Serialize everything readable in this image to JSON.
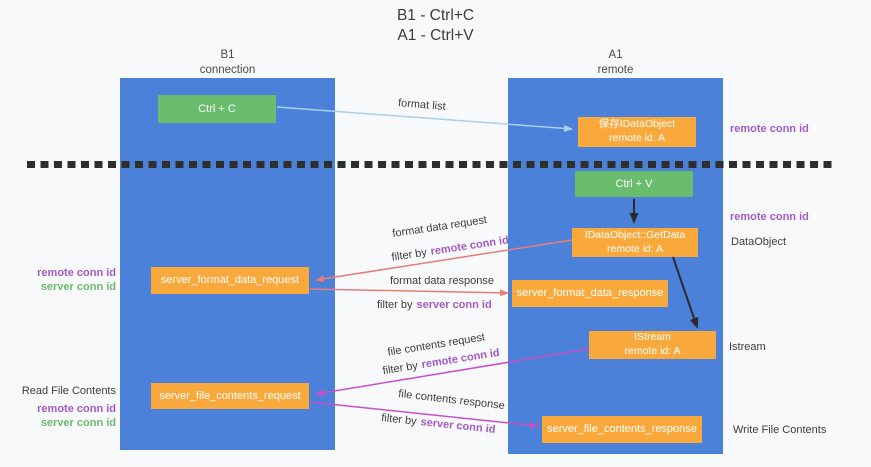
{
  "title": {
    "line1": "B1 - Ctrl+C",
    "line2": "A1 - Ctrl+V"
  },
  "columns": {
    "left": {
      "name": "B1",
      "role": "connection"
    },
    "right": {
      "name": "A1",
      "role": "remote"
    }
  },
  "boxes": {
    "ctrl_c": {
      "label": "Ctrl + C"
    },
    "save_dataobject": {
      "line1": "保存IDataObject",
      "line2": "remote id: A"
    },
    "ctrl_v": {
      "label": "Ctrl + V"
    },
    "getdata": {
      "line1": "IDataObject::GetData",
      "line2": "remote id: A"
    },
    "format_request": {
      "label": "server_format_data_request"
    },
    "format_response": {
      "label": "server_format_data_response"
    },
    "istream": {
      "line1": "IStream",
      "line2": "remote id: A"
    },
    "file_request": {
      "label": "server_file_contents_request"
    },
    "file_response": {
      "label": "server_file_contents_response"
    }
  },
  "flow_labels": {
    "format_list": "format list",
    "format_data_request": "format data request",
    "format_data_response": "format data response",
    "file_contents_request": "file contents request",
    "file_contents_response": "file contents response",
    "filter_by": "filter by",
    "remote_conn_id": "remote conn id",
    "server_conn_id": "server conn id"
  },
  "side_labels": {
    "remote_conn_id": "remote conn id",
    "server_conn_id": "server conn id",
    "dataobject": "DataObject",
    "istream": "Istream",
    "read_file_contents": "Read File Contents",
    "write_file_contents": "Write File Contents"
  },
  "colors": {
    "column_blue": "#4b81d8",
    "box_green": "#69bd6d",
    "box_orange": "#f9a93c",
    "arrow_light_blue": "#a8d0ee",
    "arrow_salmon": "#e57d78",
    "arrow_magenta": "#c84fc8",
    "arrow_black": "#2b2b2b",
    "label_purple": "#a35bc5",
    "label_green": "#6cba6a",
    "dash_dark": "#2e2e2e",
    "background": "#f8f9fa"
  }
}
